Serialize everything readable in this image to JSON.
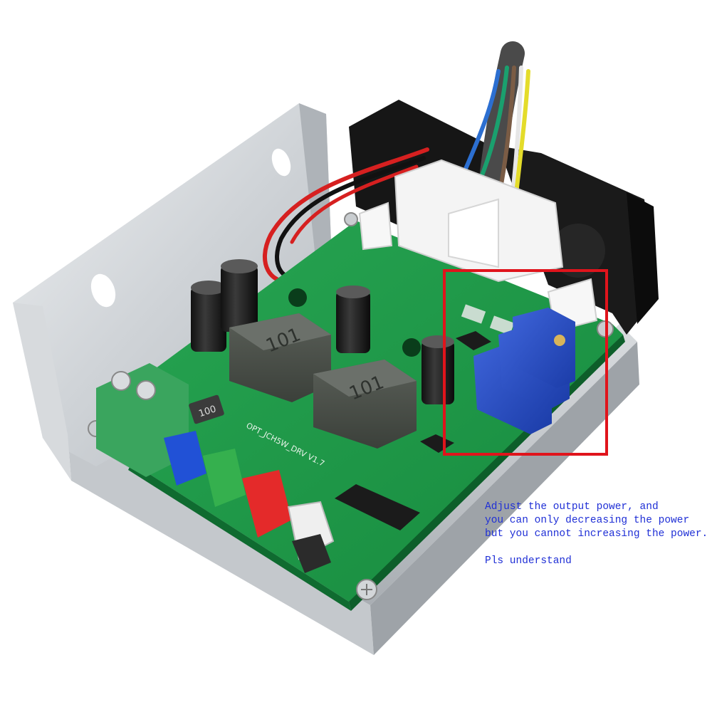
{
  "image": {
    "subject": "laser driver circuit board mounted on aluminium bracket with cooling fans",
    "highlight_color": "#e0141c",
    "pcb_color": "#1f9a4a",
    "text_color": "#1f2fd6"
  },
  "pcb_markings": {
    "inductor_left": "101",
    "inductor_right": "101",
    "board_label": "OPT_JCH5W_DRV V1.7",
    "small_inductor": "100"
  },
  "annotation": {
    "lines": [
      "Adjust the output power, and",
      "you can only decreasing the power",
      "but you cannot increasing the power."
    ],
    "footer": "Pls understand"
  }
}
